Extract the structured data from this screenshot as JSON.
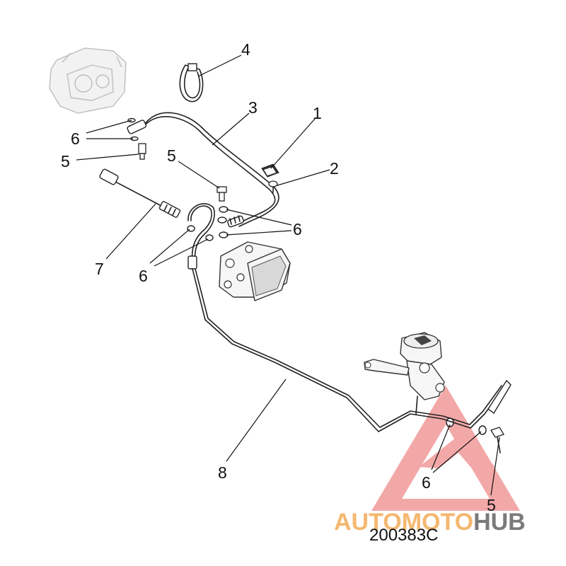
{
  "callouts": {
    "c1": "1",
    "c2": "2",
    "c3": "3",
    "c4": "4",
    "c5a": "5",
    "c5b": "5",
    "c5c": "5",
    "c6a": "6",
    "c6b": "6",
    "c6c": "6",
    "c6d": "6",
    "c7": "7",
    "c8": "8"
  },
  "diagram_code": "200383C",
  "watermark": {
    "part1": "AUTOMOTO",
    "part2": "HUB",
    "color_primary": "#ef8c8c",
    "color_auto": "#f4b870",
    "color_hub": "#7a7a7a"
  }
}
